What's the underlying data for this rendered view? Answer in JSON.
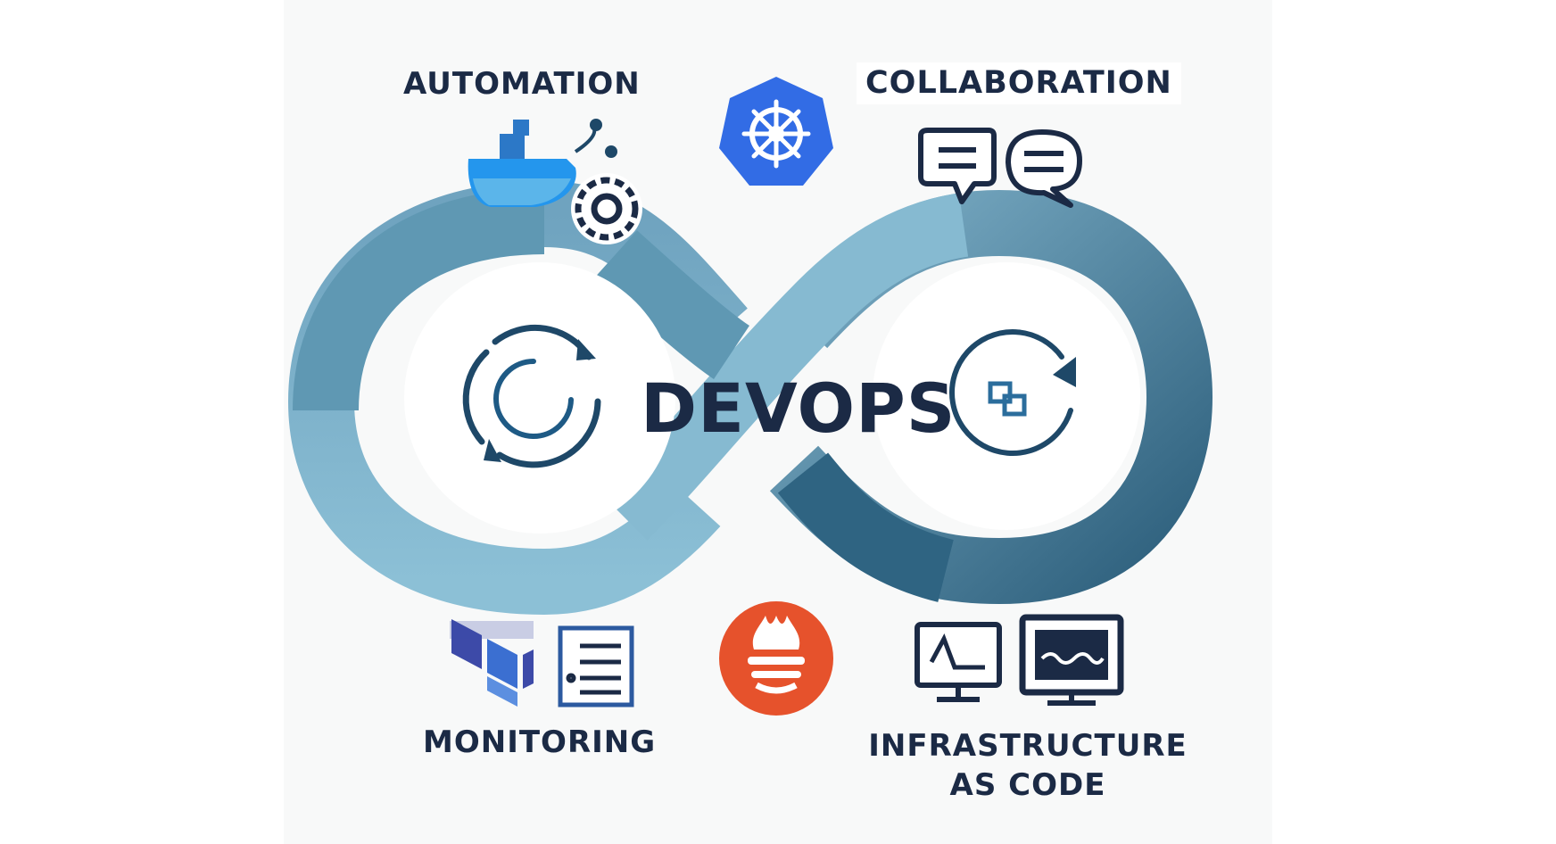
{
  "center": {
    "title": "DEVOPS"
  },
  "quadrants": {
    "top_left": {
      "label": "AUTOMATION",
      "icons": [
        "docker-whale-icon",
        "gear-icon"
      ]
    },
    "top_center": {
      "icons": [
        "kubernetes-helm-icon"
      ]
    },
    "top_right": {
      "label": "COLLABORATION",
      "icons": [
        "chat-bubble-icon",
        "chat-bubble-icon"
      ]
    },
    "bottom_left": {
      "label": "MONITORING",
      "icons": [
        "terraform-icon",
        "document-list-icon"
      ]
    },
    "bottom_center": {
      "icons": [
        "prometheus-flame-icon"
      ]
    },
    "bottom_right": {
      "label": "INFRASTRUCTURE AS CODE",
      "icons": [
        "monitor-graph-icon",
        "monitor-waveform-icon"
      ]
    }
  },
  "colors": {
    "background": "#f8f9f9",
    "loop_light": "#7eb3cb",
    "loop_mid": "#5f98b3",
    "loop_dark": "#2d5f7c",
    "text_dark": "#1b2a45",
    "kubernetes_blue": "#326ce5",
    "prometheus_orange": "#e6522c",
    "terraform_purple": "#3d4aa8",
    "docker_blue": "#2496ed"
  }
}
